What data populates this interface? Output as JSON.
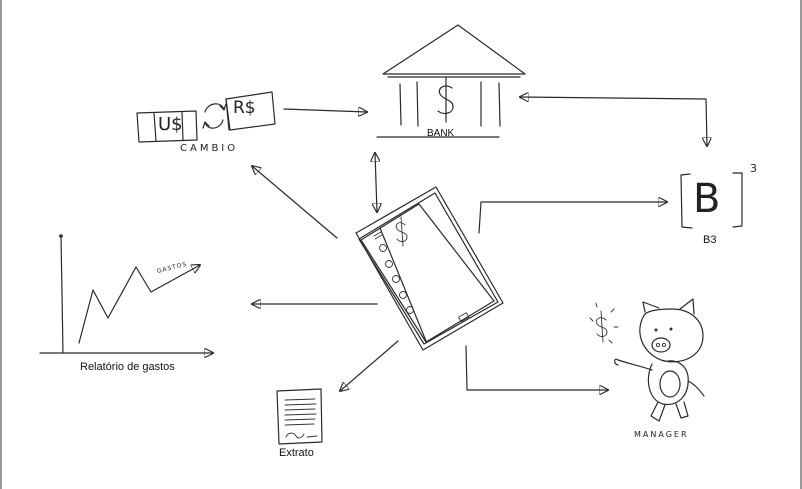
{
  "labels": {
    "bank": "BANK",
    "cambio": "CAMBIO",
    "usd": "U$",
    "brl": "R$",
    "b3": "B3",
    "b3_logo": "B",
    "b3_superscript": "3",
    "relatorio": "Relatório de gastos",
    "gastos": "GASTOS",
    "extrato": "Extrato",
    "manager": "MANAGER"
  }
}
